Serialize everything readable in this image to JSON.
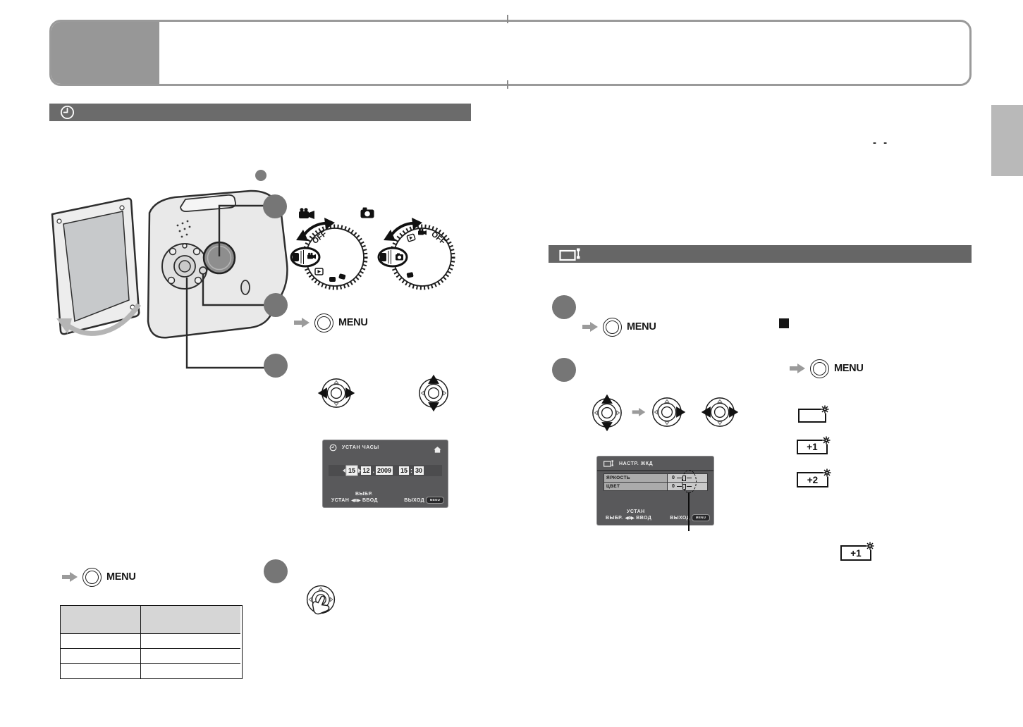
{
  "page": {
    "note_dashes": "- -"
  },
  "labels": {
    "menu": "MENU",
    "off": "OFF"
  },
  "clock_screen": {
    "title": "УСТАН ЧАСЫ",
    "fields": {
      "day": "15",
      "dot1": ".",
      "month": "12",
      "dot2": ".",
      "year": "2009",
      "hour": "15",
      "colon": ":",
      "minute": "30"
    },
    "select": "ВЫБР.",
    "set": "УСТАН",
    "enter": "ВВОД",
    "exit": "ВЫХОД",
    "badge": "MENU"
  },
  "lcd_screen": {
    "title": "НАСТР. ЖКД",
    "rows": [
      {
        "label": "ЯРКОСТЬ",
        "value": "0"
      },
      {
        "label": "ЦВЕТ",
        "value": "0"
      }
    ],
    "set": "УСТАН",
    "select": "ВЫБР.",
    "enter": "ВВОД",
    "exit": "ВЫХОД",
    "badge": "MENU"
  },
  "backlight": {
    "level1": "+1",
    "level2": "+2",
    "inline": "+1"
  }
}
